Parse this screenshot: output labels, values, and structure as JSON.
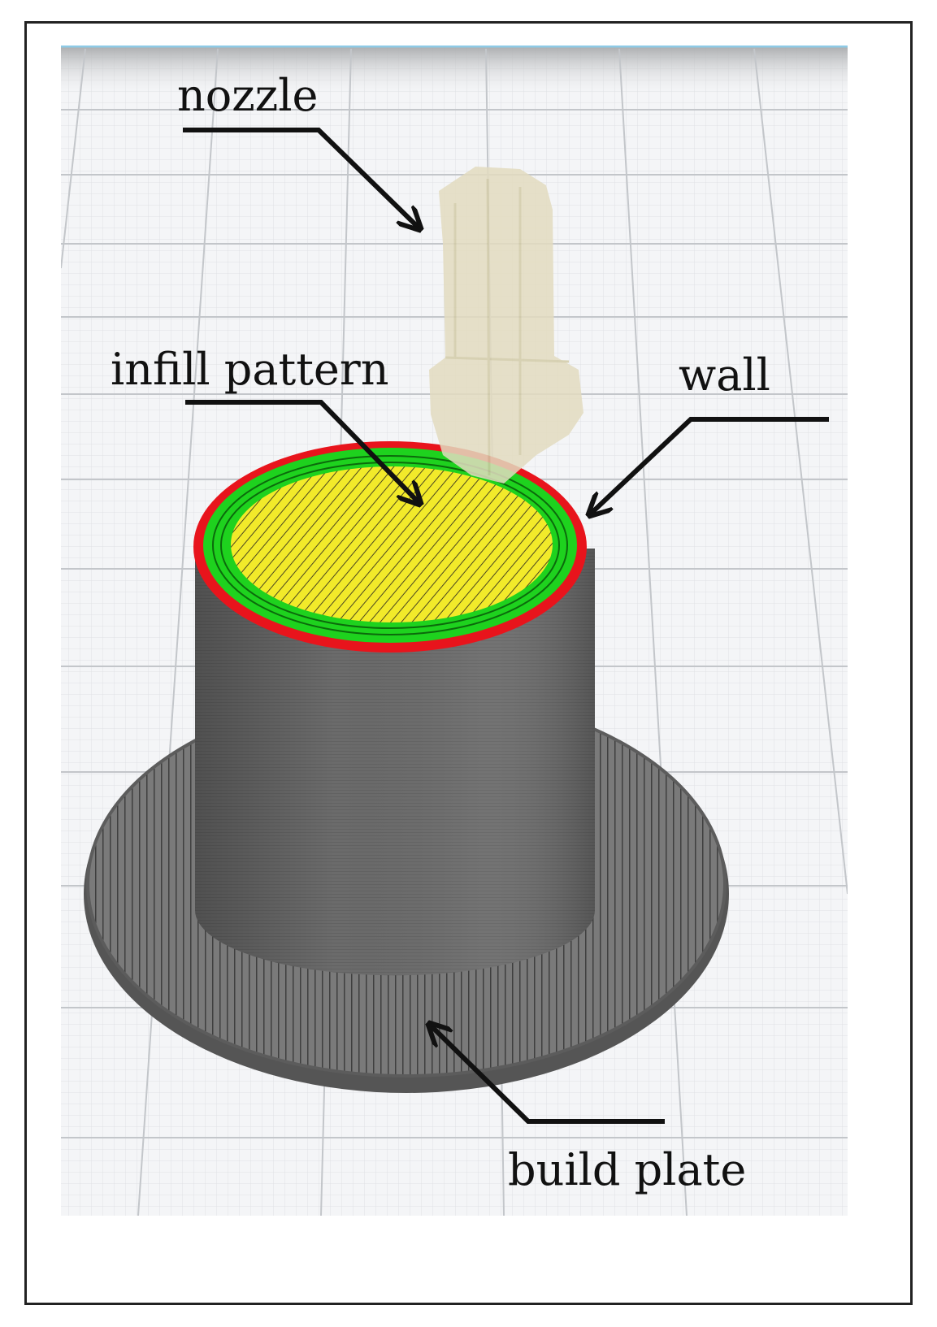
{
  "labels": {
    "nozzle": "nozzle",
    "infill": "infill pattern",
    "wall": "wall",
    "plate": "build plate"
  },
  "colors": {
    "wall_outer": "#e8141c",
    "wall_inner": "#1ed21e",
    "infill": "#f2ea2a",
    "model": "#6e6e6e",
    "nozzle": "#e3dcc0",
    "grid_bg": "#f4f5f7",
    "grid_line": "#c7cace",
    "arrow": "#111111"
  }
}
